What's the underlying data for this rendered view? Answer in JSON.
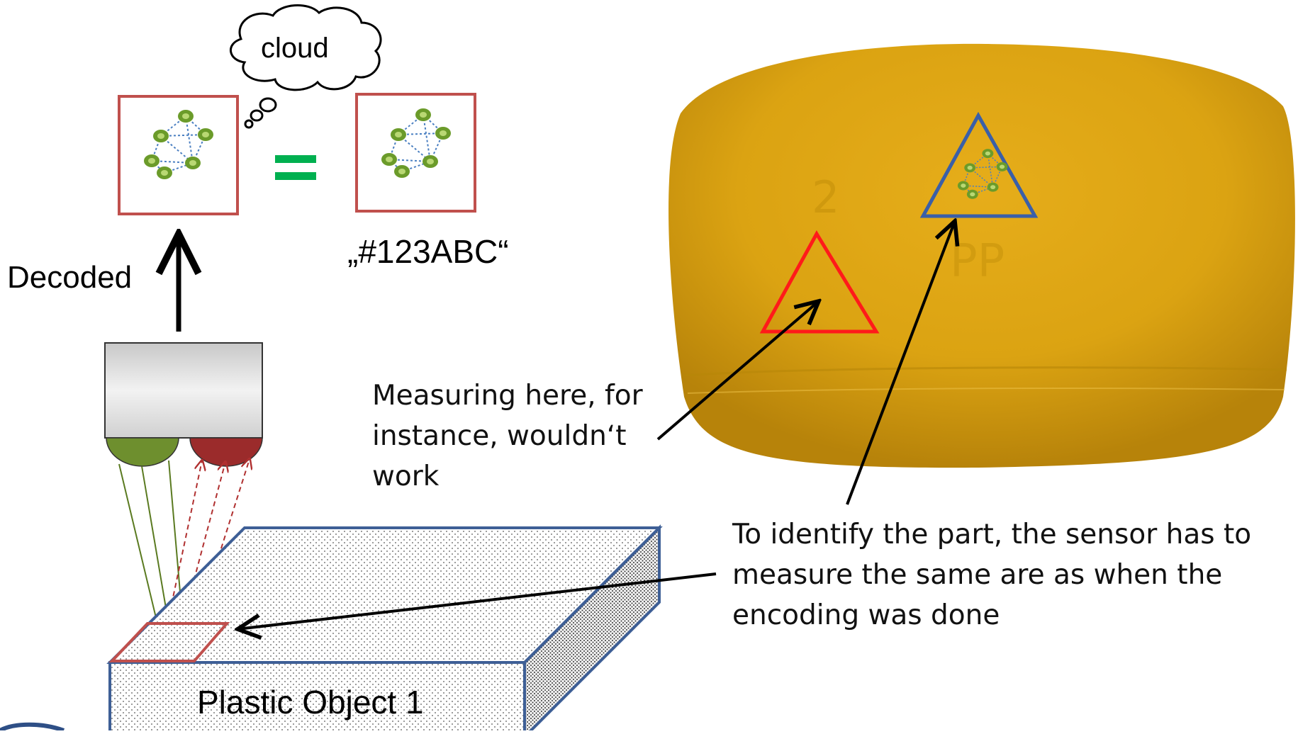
{
  "labels": {
    "cloud": "cloud",
    "decoded": "Decoded",
    "code": "„#123ABC“",
    "plastic_object": "Plastic Object 1"
  },
  "notes": {
    "measuring_here": "Measuring here, for\ninstance, wouldn‘t\nwork",
    "identify": "To identify the part, the sensor has to\nmeasure the same are as when the\nencoding was done"
  },
  "colors": {
    "fingerprint_box_border": "#c0504d",
    "equals_sign": "#00b050",
    "node_fill": "#6b9b2a",
    "node_inner": "#b9d873",
    "edge_dotted": "#4a7fc1",
    "part_yellow": "#e0a812",
    "red_triangle": "#ff1a1a",
    "blue_triangle": "#3a5fa8",
    "block_border": "#3e5f96",
    "emitter_green": "#6e8f2e",
    "receiver_red": "#9b2b2b",
    "rays_green": "#5a7a20",
    "rays_red": "#b03030"
  },
  "icons": [
    "thought-cloud-icon",
    "camera-sensor-icon",
    "network-fingerprint-icon"
  ]
}
